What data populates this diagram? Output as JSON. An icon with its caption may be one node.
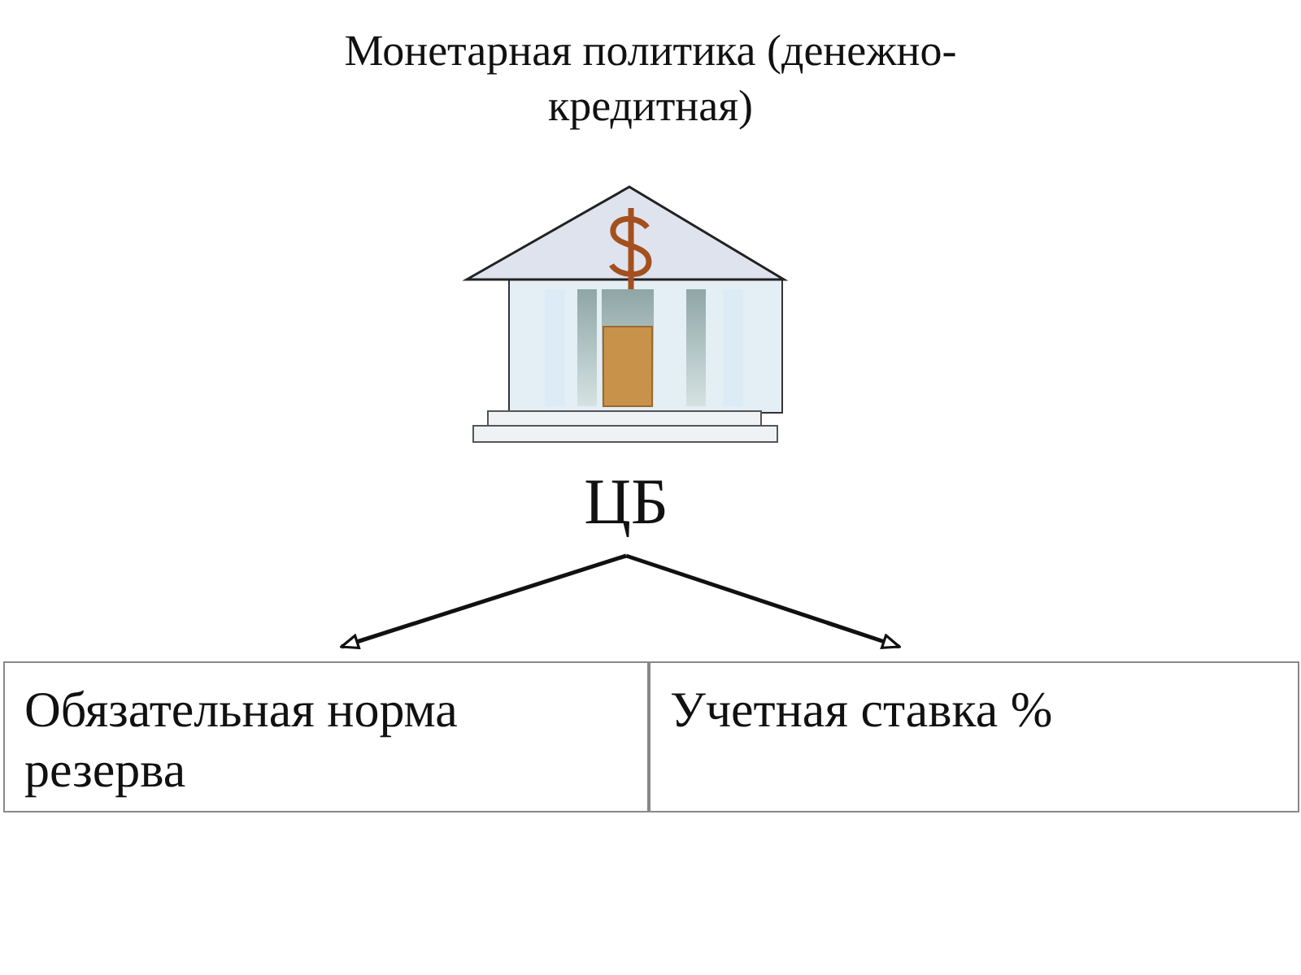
{
  "diagram": {
    "title": "Монетарная политика (денежно-кредитная)",
    "nodes": [
      {
        "text": [
          "ЦБ"
        ]
      },
      {
        "text": [
          "Обязательная норма резерва"
        ]
      },
      {
        "text": [
          "Учетная ставка %"
        ]
      }
    ],
    "edges": [
      {
        "from": 0,
        "to": 1,
        "arrow": "to"
      },
      {
        "from": 0,
        "to": 2,
        "arrow": "to"
      }
    ]
  }
}
